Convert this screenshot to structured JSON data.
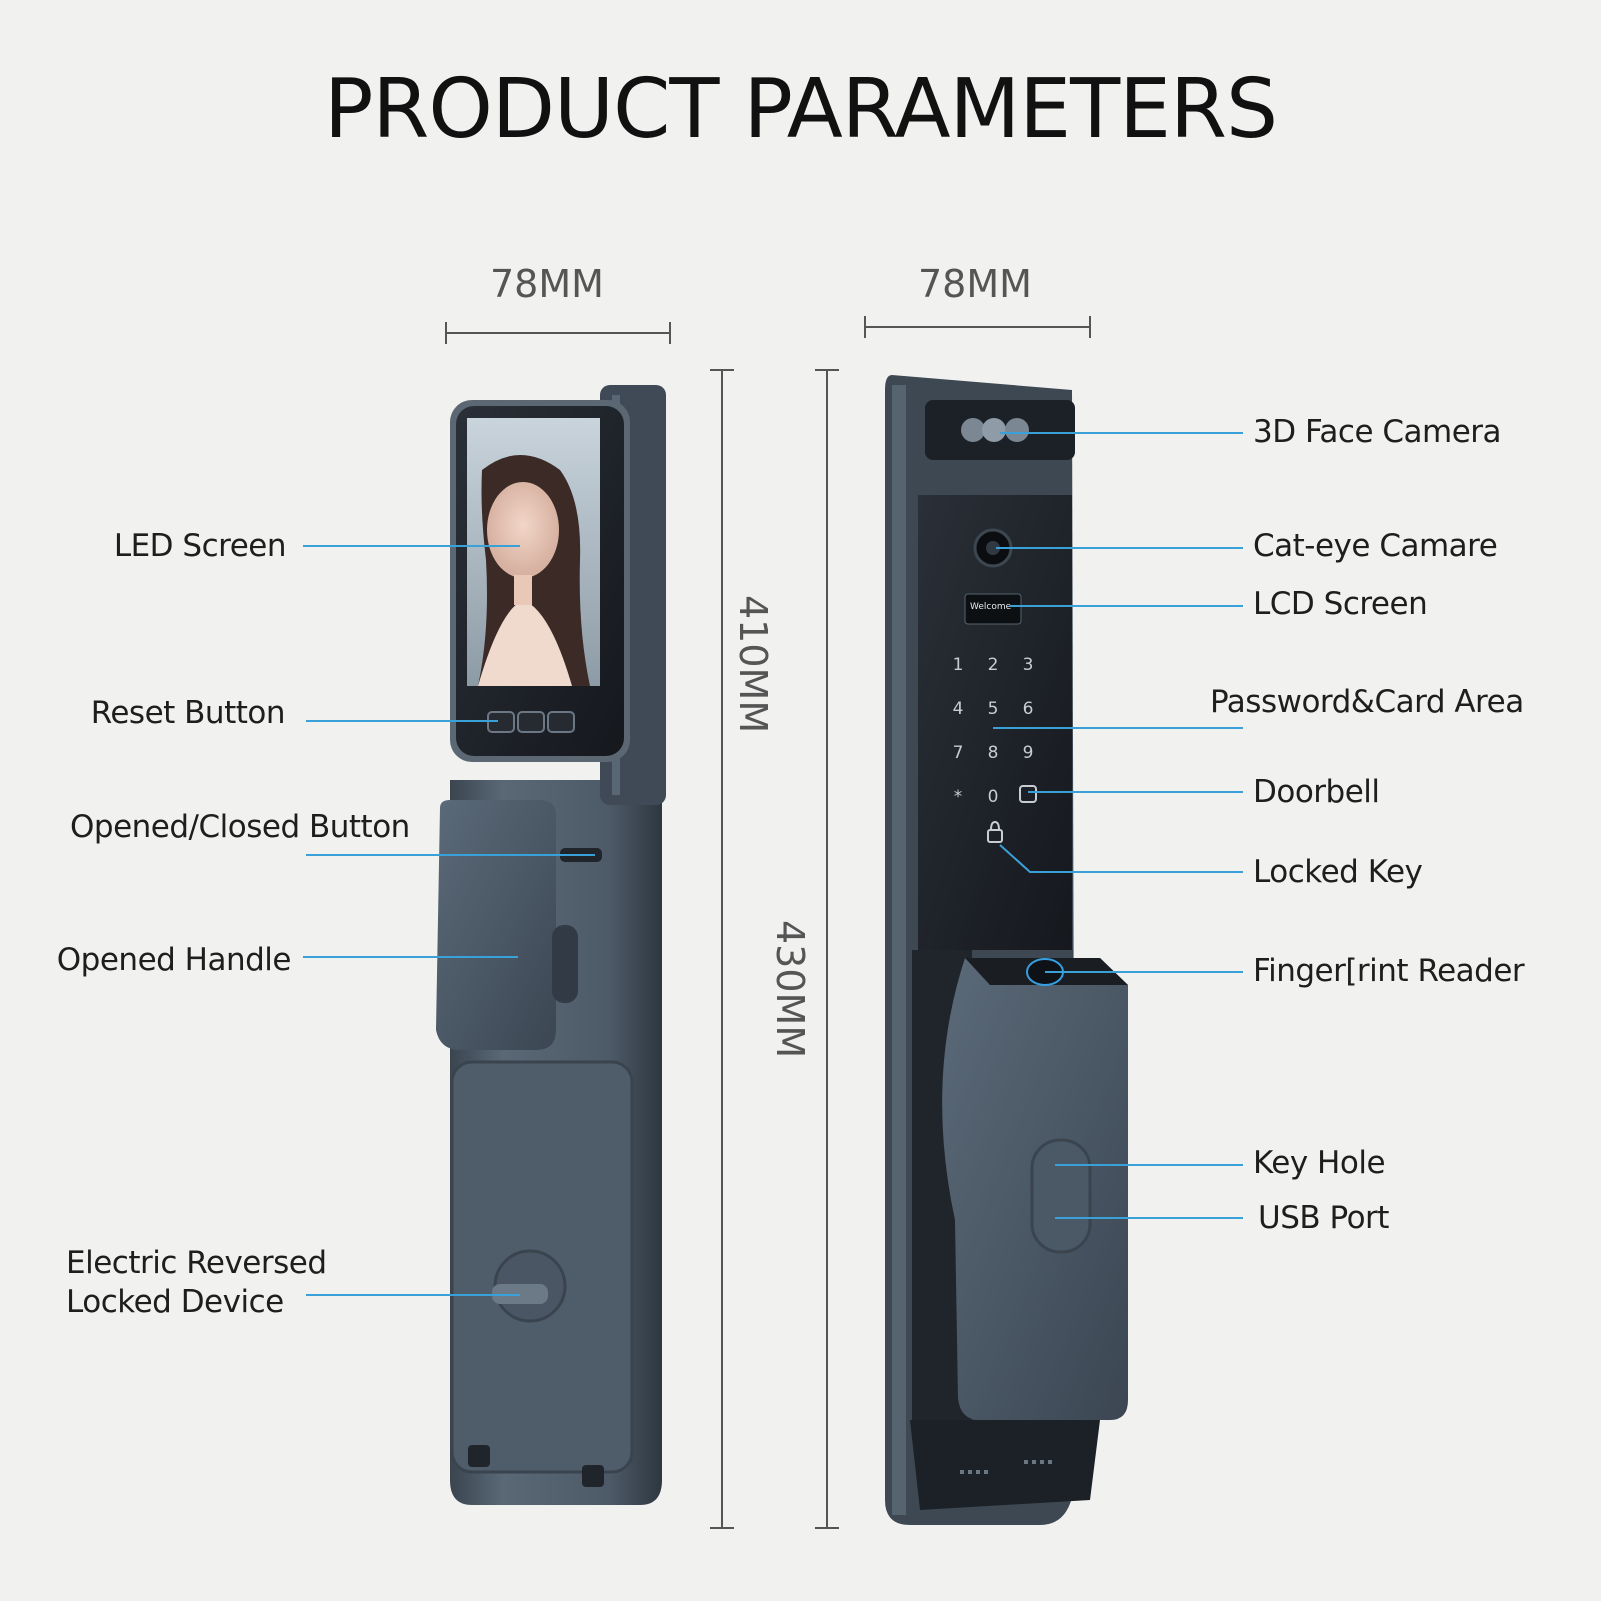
{
  "title": "PRODUCT PARAMETERS",
  "dimensions": {
    "front_width": "78MM",
    "side_width": "78MM",
    "screen_height": "410MM",
    "total_height": "430MM"
  },
  "labels_left": {
    "led_screen": "LED Screen",
    "reset_button": "Reset Button",
    "opened_closed_button": "Opened/Closed Button",
    "opened_handle": "Opened Handle",
    "electric_reversed_line1": "Electric Reversed",
    "electric_reversed_line2": "Locked Device"
  },
  "labels_right": {
    "face_camera": "3D Face Camera",
    "cat_eye": "Cat-eye Camare",
    "lcd_screen": "LCD Screen",
    "password_card": "Password&Card Area",
    "doorbell": "Doorbell",
    "locked_key": "Locked Key",
    "fingerprint": "Finger[rint Reader",
    "key_hole": "Key Hole",
    "usb_port": "USB Port"
  },
  "keypad": [
    "1",
    "2",
    "3",
    "4",
    "5",
    "6",
    "7",
    "8",
    "9",
    "*",
    "0"
  ],
  "lcd_text": "Welcome",
  "colors": {
    "leader_line": "#3aa0d8",
    "lock_body": "#4b5968",
    "lock_dark": "#2b333c",
    "glass": "#1c2026",
    "background": "#f1f1ef"
  }
}
